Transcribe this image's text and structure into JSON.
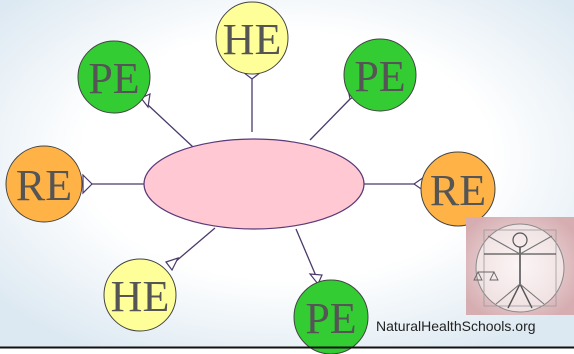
{
  "diagram": {
    "center_label": "",
    "nodes": [
      {
        "id": "node-top-he",
        "label": "HE"
      },
      {
        "id": "node-upper-left-pe",
        "label": "PE"
      },
      {
        "id": "node-upper-right-pe",
        "label": "PE"
      },
      {
        "id": "node-left-re",
        "label": "RE"
      },
      {
        "id": "node-right-re",
        "label": "RE"
      },
      {
        "id": "node-lower-left-he",
        "label": "HE"
      },
      {
        "id": "node-bottom-pe",
        "label": "PE"
      }
    ]
  },
  "colors": {
    "background_glow": "#dde9f2",
    "he_fill": "#ffff99",
    "pe_fill": "#33cc33",
    "re_fill": "#ffb347",
    "center_fill": "#ffc8d2",
    "center_stroke": "#5a3a7a",
    "node_stroke": "#444444",
    "connector": "#4a3a6a",
    "label_color": "#555555",
    "footer_line": "#111111"
  },
  "watermark": {
    "logo_icon": "vitruvian-man-logo",
    "text": "NaturalHealthSchools.org"
  }
}
